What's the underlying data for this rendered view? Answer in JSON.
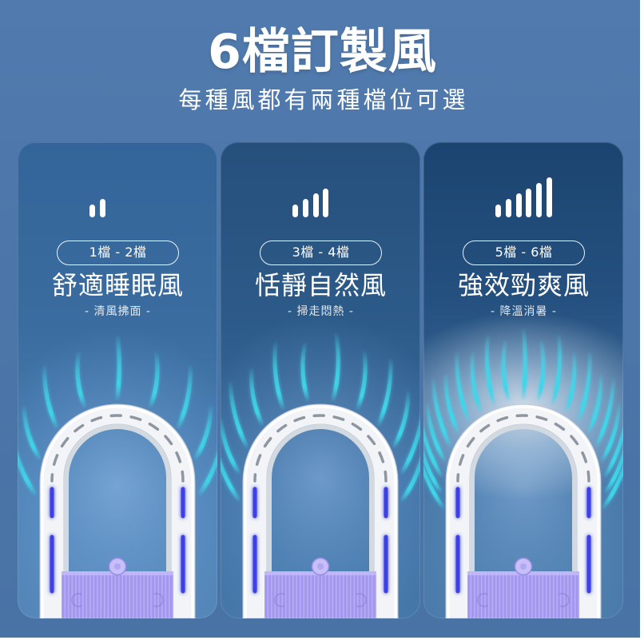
{
  "title": "6檔訂製風",
  "subtitle": "每種風都有兩種檔位可選",
  "colors": {
    "wind": "#3fd6ea",
    "led": "#3c40e4",
    "filter": "#a396ee"
  },
  "device_icon": "neck-fan-icon",
  "modes": [
    {
      "levels": "1檔 - 2檔",
      "name": "舒適睡眠風",
      "tagline": "- 清風拂面 -",
      "signal_bars": 2,
      "icon": "signal-bars-icon"
    },
    {
      "levels": "3檔 - 4檔",
      "name": "恬靜自然風",
      "tagline": "- 掃走悶熱 -",
      "signal_bars": 4,
      "icon": "signal-bars-icon"
    },
    {
      "levels": "5檔 - 6檔",
      "name": "強效勁爽風",
      "tagline": "- 降溫消暑 -",
      "signal_bars": 6,
      "icon": "signal-bars-icon"
    }
  ]
}
